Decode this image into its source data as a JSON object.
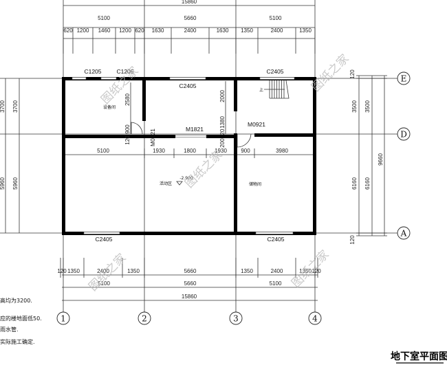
{
  "title": "地下室平面图",
  "watermark": "图纸之家",
  "axes": {
    "columns": [
      "1",
      "2",
      "3",
      "4"
    ],
    "rows": [
      "E",
      "D",
      "A"
    ]
  },
  "top_dims": {
    "total": "15860",
    "bays": [
      "5100",
      "5660",
      "5100"
    ],
    "segments": [
      "620",
      "1200",
      "1460",
      "1200",
      "620",
      "1630",
      "2400",
      "1630",
      "1350",
      "2400",
      "1350"
    ]
  },
  "bottom_dims": {
    "segments": [
      "120",
      "1350",
      "2400",
      "1350",
      "5660",
      "1350",
      "2400",
      "1350",
      "120"
    ],
    "bays": [
      "5100",
      "5660",
      "5100"
    ],
    "total": "15860"
  },
  "right_dims": {
    "inner": [
      "120",
      "3500",
      "6160",
      "120"
    ],
    "middle": [
      "3500",
      "6160"
    ],
    "total": "9660"
  },
  "left_dims": {
    "inner": [
      "3700",
      "5960"
    ],
    "outer": [
      "3700",
      "5960"
    ]
  },
  "interior_dims": {
    "row": [
      "5100",
      "1930",
      "1800",
      "1930",
      "900",
      "3980"
    ],
    "vertical": [
      "2580",
      "900",
      "120",
      "20",
      "2000",
      "1380",
      "20",
      "200"
    ]
  },
  "windows": [
    "C1205",
    "C1205",
    "C2405",
    "C2405",
    "C2405",
    "C2405"
  ],
  "doors": [
    "M1821",
    "M0921",
    "M0921"
  ],
  "rooms": [
    "设备间",
    "活动区",
    "储物间"
  ],
  "elevation": "-2.900",
  "stair_label": "上",
  "notes": [
    "高均为3200.",
    "应的楼地面低50.",
    "雨水管.",
    "实际施工确定."
  ]
}
